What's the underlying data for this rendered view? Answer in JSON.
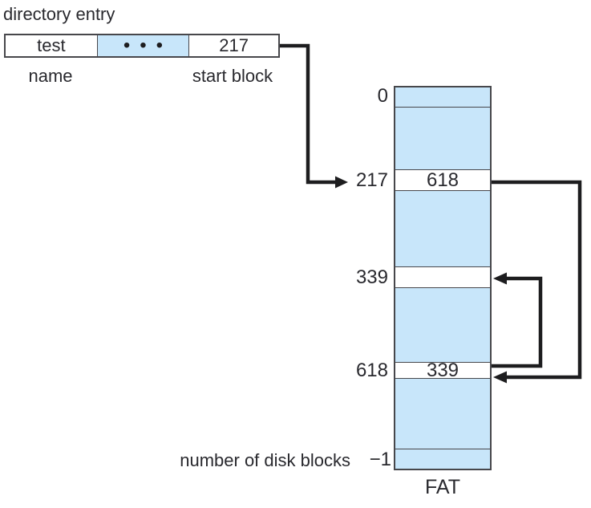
{
  "title": "directory entry",
  "directory_entry": {
    "name_value": "test",
    "ellipsis": "•••",
    "start_block_value": "217",
    "name_label": "name",
    "start_block_label": "start block"
  },
  "fat": {
    "caption": "FAT",
    "rows": [
      {
        "label": "0",
        "value": "",
        "fill": "blue"
      },
      {
        "label": "",
        "value": "",
        "fill": "blue"
      },
      {
        "label": "217",
        "value": "618",
        "fill": "white"
      },
      {
        "label": "",
        "value": "",
        "fill": "blue"
      },
      {
        "label": "339",
        "value": "",
        "fill": "white"
      },
      {
        "label": "",
        "value": "",
        "fill": "blue"
      },
      {
        "label": "618",
        "value": "339",
        "fill": "white"
      },
      {
        "label": "",
        "value": "",
        "fill": "blue"
      },
      {
        "label": "−1",
        "value": "",
        "fill": "blue"
      }
    ],
    "num_disk_blocks_label": "number of disk blocks"
  },
  "arrows": [
    {
      "from": "directory-entry-start-block-217",
      "to": "fat-row-217"
    },
    {
      "from": "fat-row-217-value-618",
      "to": "fat-row-618"
    },
    {
      "from": "fat-row-618-value-339",
      "to": "fat-row-339"
    }
  ],
  "colors": {
    "block_blue": "#c8e6fa",
    "line_black": "#1d1d1f",
    "border_gray": "#47474b",
    "text": "#29292e",
    "background": "#ffffff"
  }
}
